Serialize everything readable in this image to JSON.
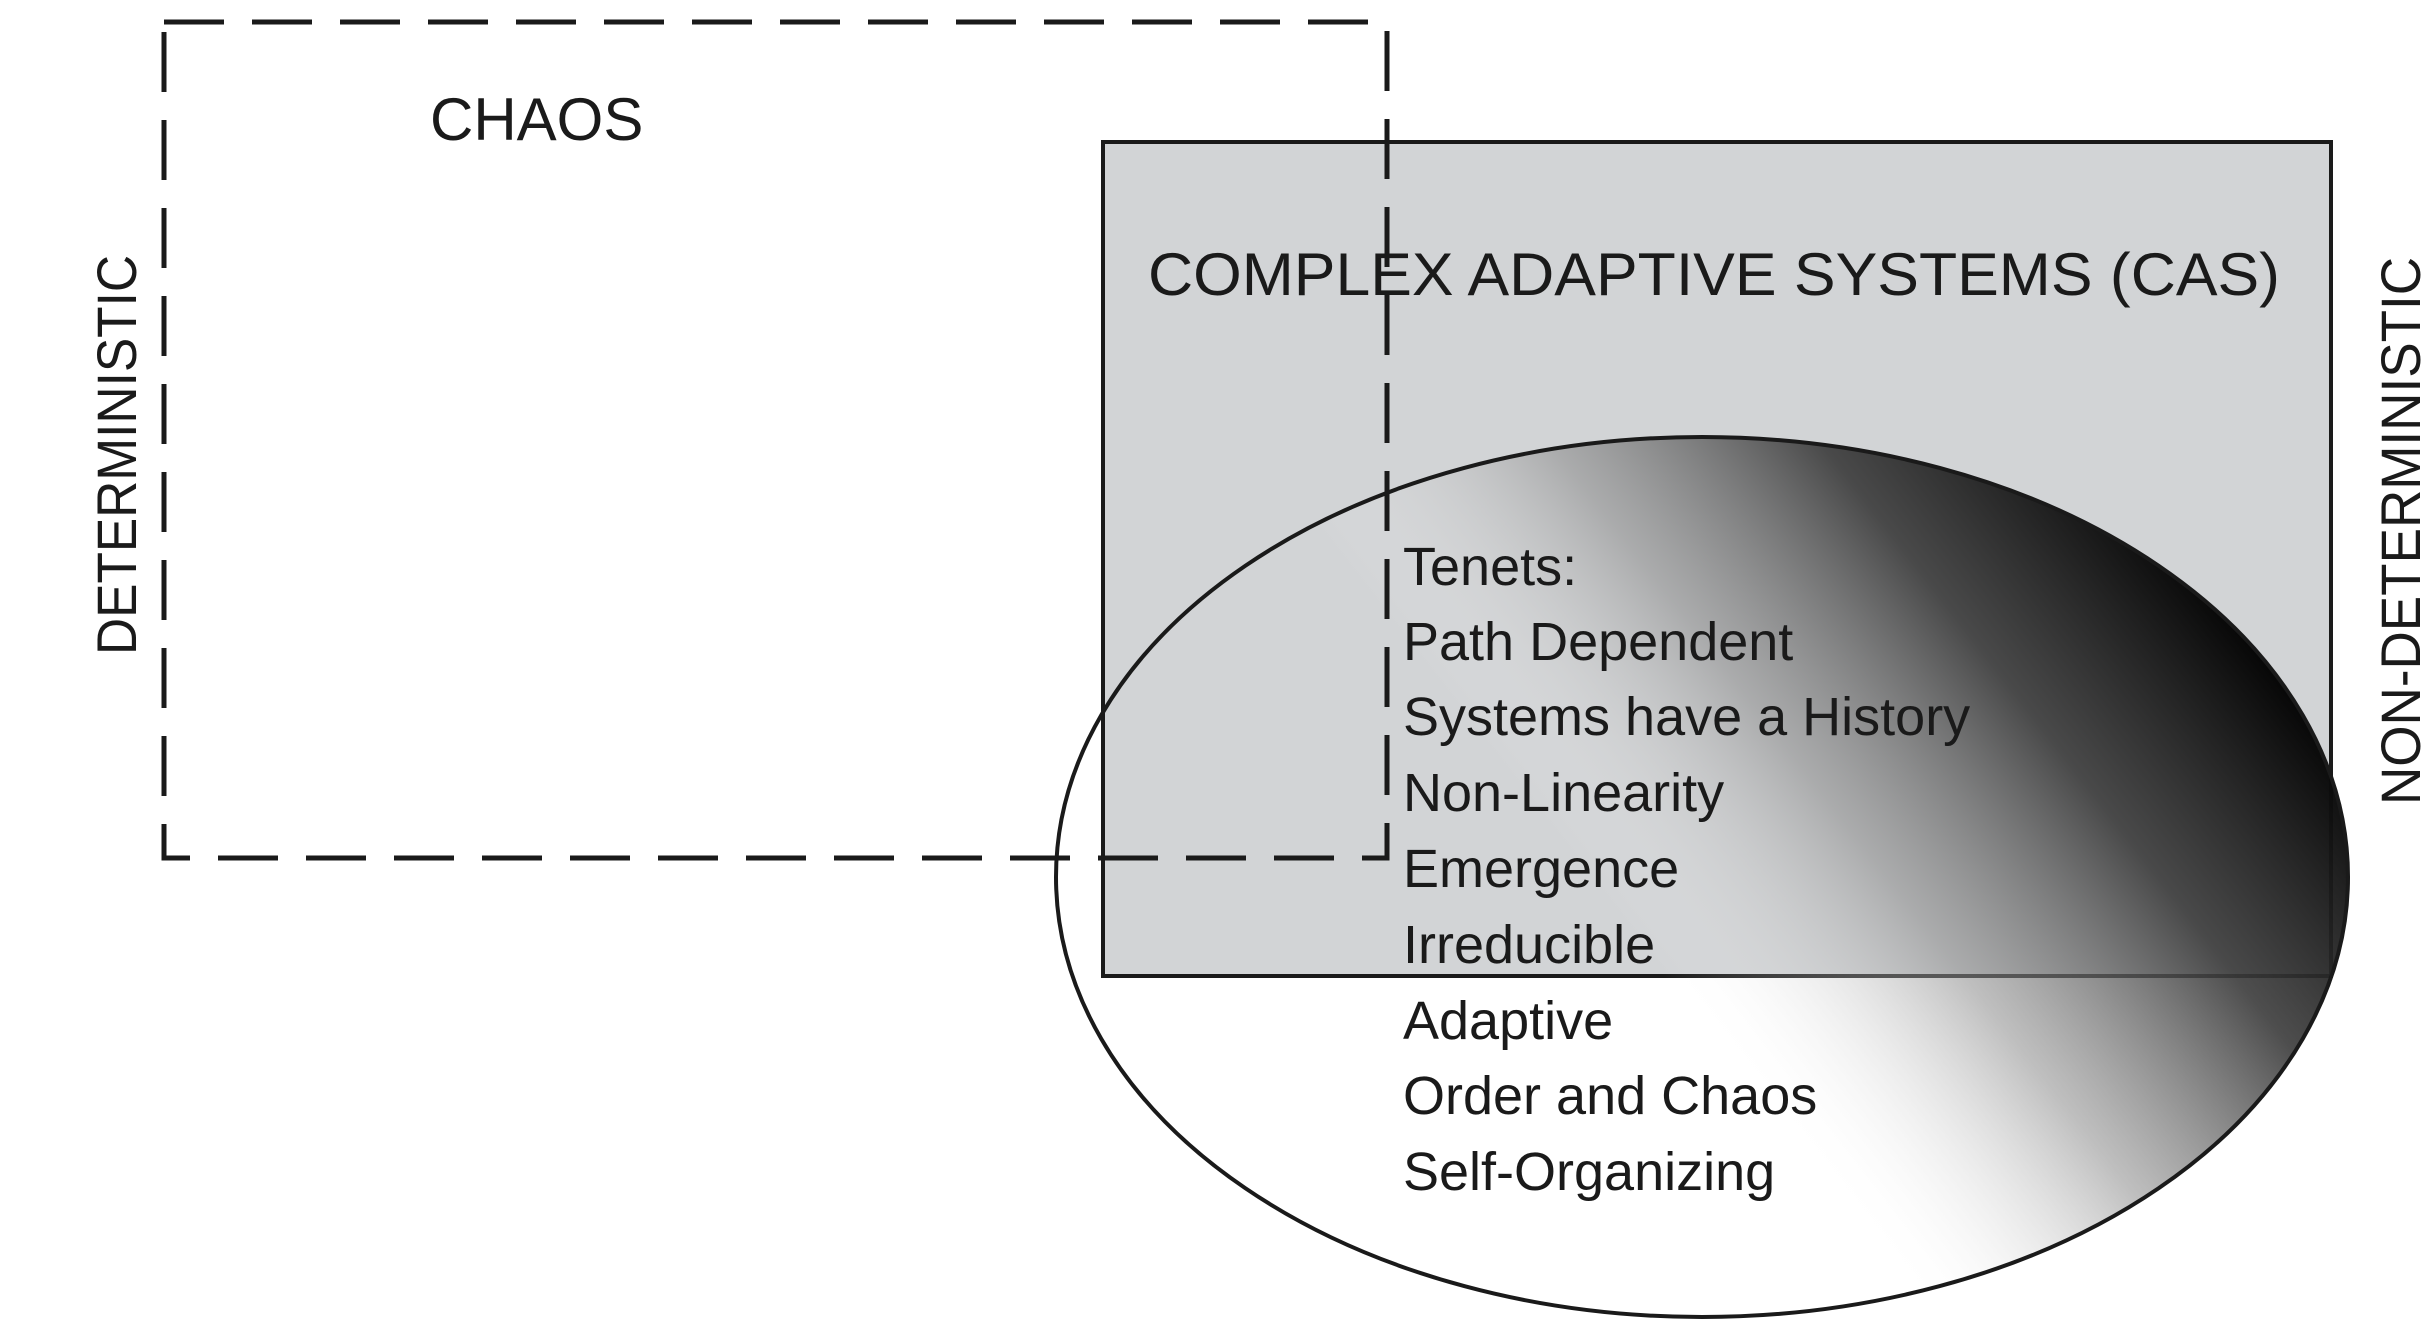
{
  "chaos": {
    "label": "CHAOS"
  },
  "cas": {
    "label": "COMPLEX ADAPTIVE SYSTEMS (CAS)"
  },
  "axis": {
    "left_label": "DETERMINISTIC",
    "right_label": "NON-DETERMINISTIC"
  },
  "tenets": {
    "heading": "Tenets:",
    "items": [
      "Path Dependent",
      "Systems have a History",
      "Non-Linearity",
      "Emergence",
      "Irreducible",
      "Adaptive",
      "Order and Chaos",
      "Self-Organizing"
    ]
  },
  "colors": {
    "cas_fill": "#d2d4d6",
    "stroke": "#1a1a1a",
    "ellipse_gradient_light": "#ffffff",
    "ellipse_gradient_dark": "#000000"
  }
}
